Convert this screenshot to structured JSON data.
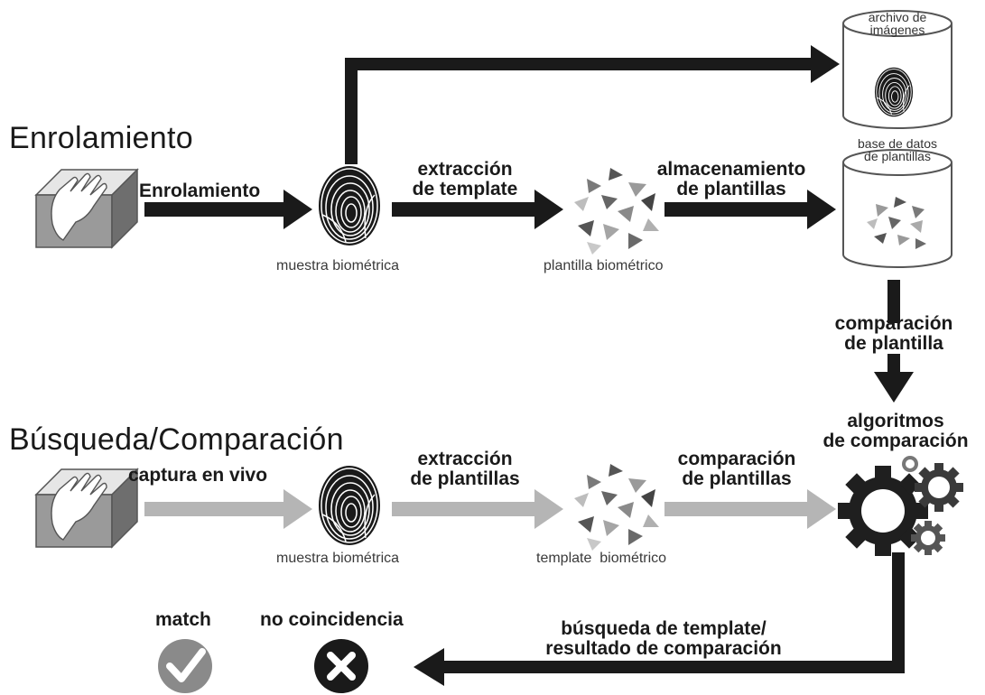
{
  "sections": {
    "enrollment_title": "Enrolamiento",
    "search_title": "Búsqueda/Comparación"
  },
  "enrollment": {
    "capture_label": "Enrolamiento",
    "extraction_label": [
      "extracción",
      "de template"
    ],
    "storage_label": [
      "almacenamiento",
      "de plantillas"
    ],
    "sample_caption": "muestra biométrica",
    "template_caption": "plantilla biométrico"
  },
  "databases": {
    "image_archive": [
      "archivo de",
      "imágenes"
    ],
    "template_db": [
      "base de datos",
      "de plantillas"
    ]
  },
  "comparison_link": [
    "comparación",
    "de plantilla"
  ],
  "search": {
    "capture_label": "captura en vivo",
    "extraction_label": [
      "extracción",
      "de plantillas"
    ],
    "compare_label": [
      "comparación",
      "de plantillas"
    ],
    "sample_caption": "muestra biométrica",
    "template_caption": "template  biométrico"
  },
  "algorithms_label": [
    "algoritmos",
    "de comparación"
  ],
  "result_label": [
    "búsqueda de template/",
    "resultado de comparación"
  ],
  "results": {
    "match": "match",
    "no_match": "no coincidencia"
  },
  "colors": {
    "dark_arrow": "#1a1a1a",
    "light_arrow": "#b5b5b5",
    "match_icon": "#8a8a8a",
    "no_match_icon": "#1a1a1a",
    "gear": "#3a3a3a"
  },
  "icons": [
    "hand-scanner-icon",
    "fingerprint-icon",
    "triangles-template-icon",
    "cylinder-database-icon",
    "gears-icon",
    "checkmark-icon",
    "x-icon"
  ]
}
